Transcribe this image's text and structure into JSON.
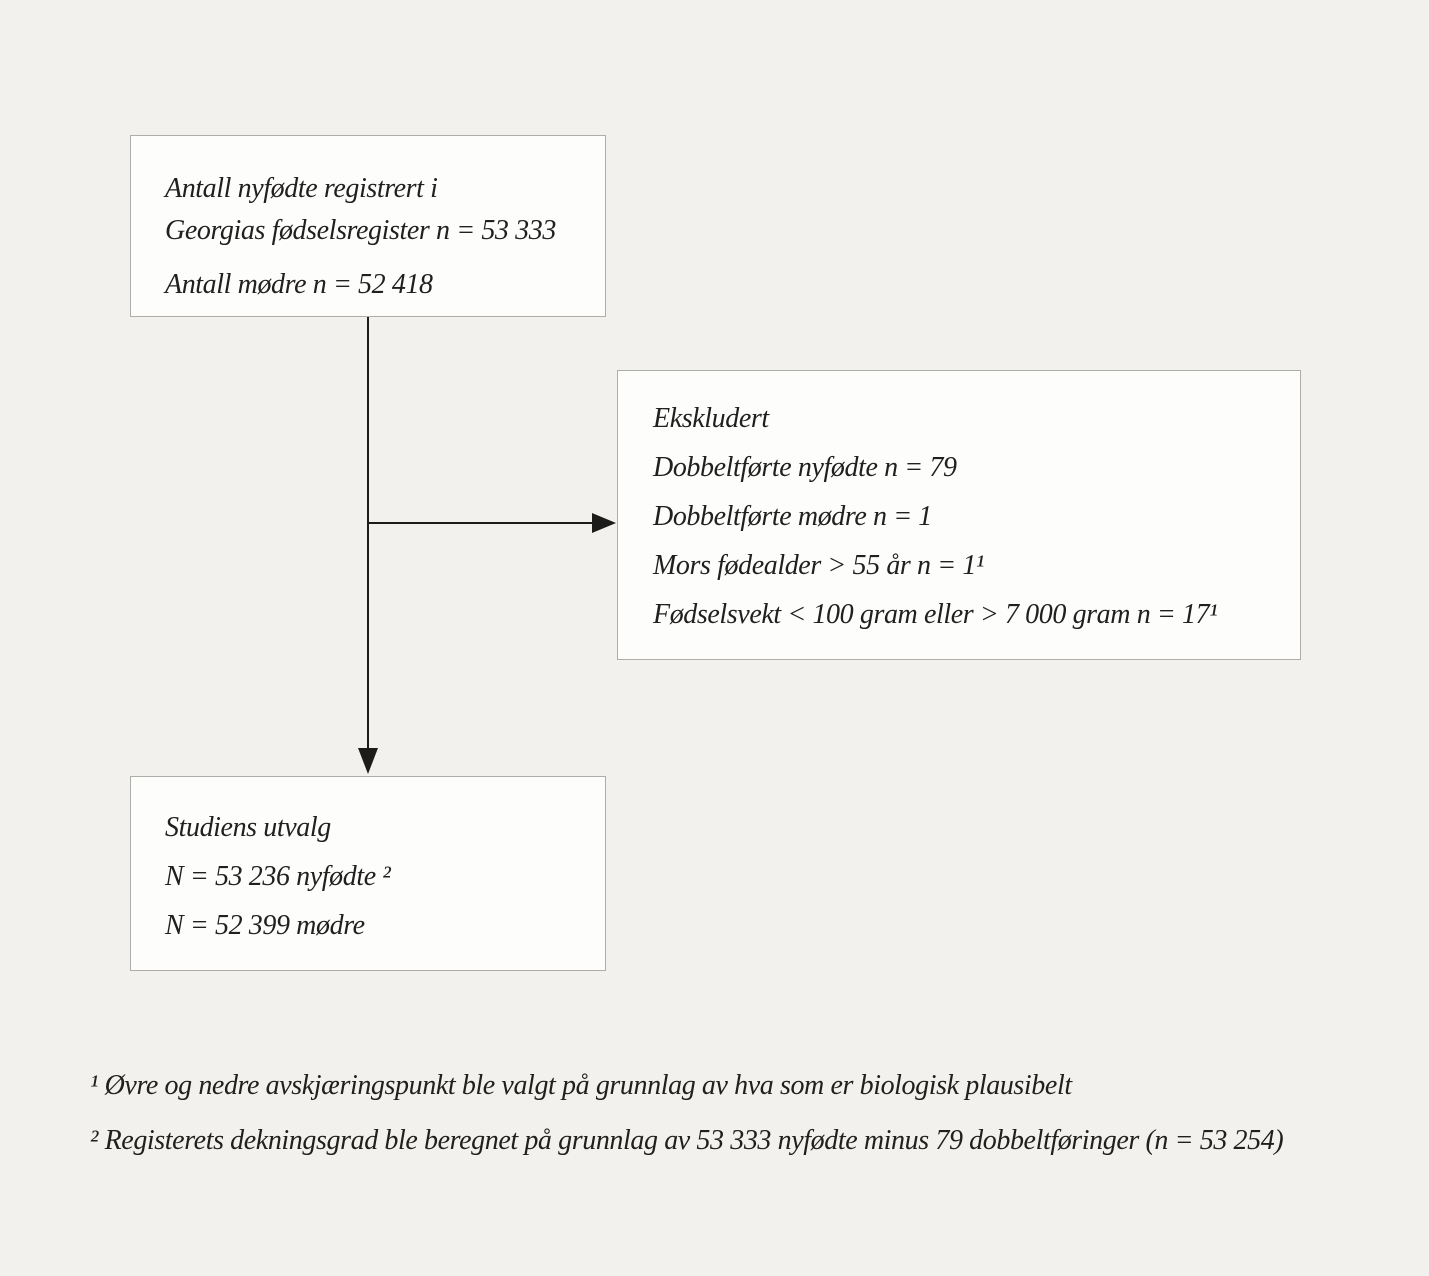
{
  "colors": {
    "page_background": "#f2f1ee",
    "box_background": "#fdfdfc",
    "box_border": "#aeada9",
    "connector_line": "#1c1c1a",
    "text": "#21201e"
  },
  "boxes": {
    "registry": {
      "line1": "Antall nyfødte registrert i",
      "line2": "Georgias fødselsregister n = 53 333",
      "line3": "Antall mødre n = 52 418"
    },
    "excluded": {
      "title": "Ekskludert",
      "items": [
        "Dobbeltførte nyfødte n = 79",
        "Dobbeltførte mødre n = 1",
        "Mors fødealder > 55 år n = 1¹",
        "Fødselsvekt < 100 gram eller > 7 000 gram n = 17¹"
      ]
    },
    "sample": {
      "title": "Studiens utvalg",
      "line1": "N = 53 236 nyfødte ²",
      "line2": "N = 52 399 mødre"
    }
  },
  "footnotes": [
    "¹ Øvre og nedre avskjæringspunkt ble valgt på grunnlag av hva som er biologisk plausibelt",
    "² Registerets dekningsgrad ble beregnet på grunnlag av 53 333 nyfødte minus 79 dobbeltføringer (n = 53 254)"
  ]
}
